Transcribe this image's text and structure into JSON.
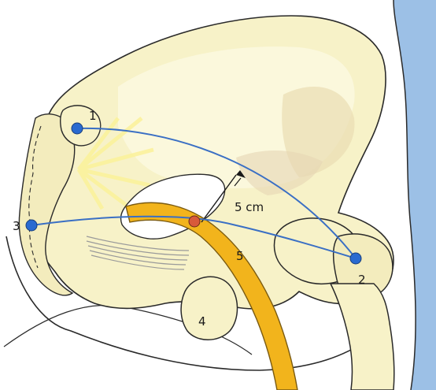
{
  "figure": {
    "labels": {
      "point_1": "1",
      "point_2": "2",
      "point_3": "3",
      "structure_4": "4",
      "structure_5": "5",
      "distance": "5 cm"
    },
    "colors": {
      "background": "#ffffff",
      "bone_fill": "#f7f2c8",
      "bone_shade": "#e9ddb2",
      "bone_outline": "#2a2a2a",
      "sciatic_nerve": "#f2b41c",
      "nerve_outline": "#7a5a10",
      "guide_line": "#3a6fc4",
      "landmark_dot": "#2a6ad0",
      "target_dot": "#d85a3a",
      "skin_background": "#9cc0e6",
      "light_rays": "#fbf29a"
    }
  }
}
